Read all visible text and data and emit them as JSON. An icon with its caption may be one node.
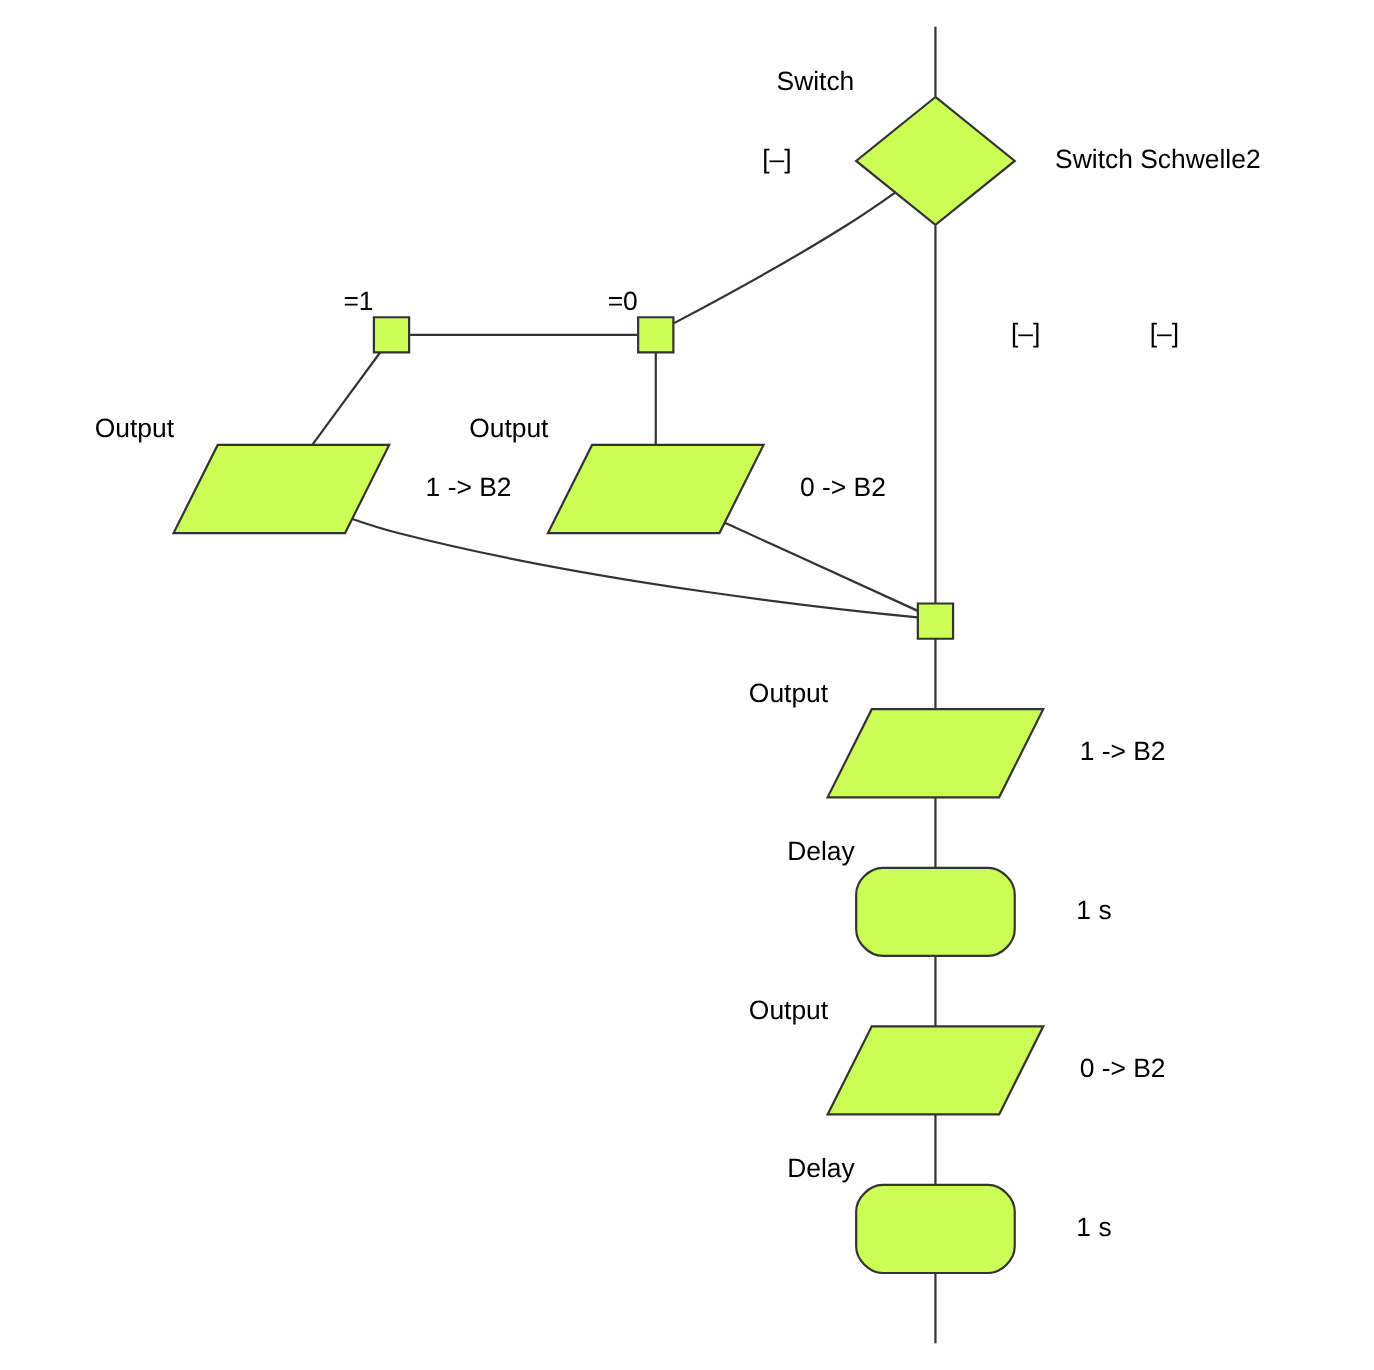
{
  "diagram": {
    "nodes": [
      {
        "text": [
          "Switch"
        ],
        "beside": [
          "Switch Schwelle2"
        ]
      },
      {
        "text": [
          "=0"
        ]
      },
      {
        "text": [
          "=1"
        ]
      },
      {
        "text": [
          "Output"
        ],
        "beside": [
          "0 -> B2"
        ]
      },
      {
        "text": [
          "Output"
        ],
        "beside": [
          "1 -> B2"
        ]
      },
      {
        "text": [],
        "shape": "box"
      },
      {
        "text": [
          "Output"
        ],
        "beside": [
          "1 -> B2"
        ]
      },
      {
        "text": [
          "Delay"
        ],
        "beside": [
          "1 s"
        ]
      },
      {
        "text": [
          "Output"
        ],
        "beside": [
          "0 -> B2"
        ]
      },
      {
        "text": [
          "Delay"
        ],
        "beside": [
          "1 s"
        ]
      }
    ],
    "edges": [
      {
        "from": null,
        "to": 0,
        "arrow": "none"
      },
      {
        "from": 0,
        "to": 1,
        "arrow": "none"
      },
      {
        "from": 1,
        "to": 2,
        "arrow": "none"
      },
      {
        "from": 1,
        "to": 3,
        "arrow": "none"
      },
      {
        "from": 2,
        "to": 4,
        "arrow": "none"
      },
      {
        "from": 0,
        "to": 5,
        "arrow": "none"
      },
      {
        "from": 3,
        "to": 5,
        "arrow": "none"
      },
      {
        "from": 4,
        "to": 5,
        "arrow": "none"
      },
      {
        "from": 5,
        "to": 6,
        "arrow": "none"
      },
      {
        "from": 6,
        "to": 7,
        "arrow": "none"
      },
      {
        "from": 7,
        "to": 8,
        "arrow": "none"
      },
      {
        "from": 8,
        "to": 9,
        "arrow": "none"
      },
      {
        "from": 9,
        "to": null,
        "arrow": "none"
      }
    ],
    "labels": [
      "[–]",
      "[–]",
      "[–]"
    ]
  }
}
